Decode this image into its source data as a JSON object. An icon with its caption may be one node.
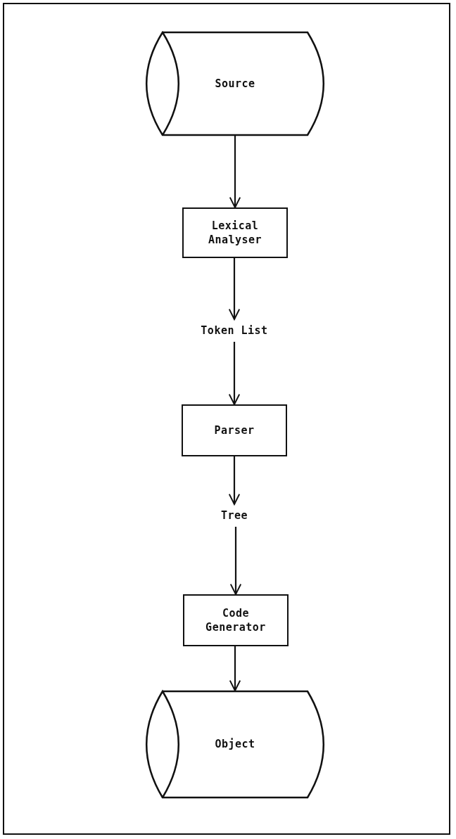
{
  "diagram": {
    "nodes": [
      {
        "text": [
          "Source"
        ]
      },
      {
        "text": [
          "Lexical Analyser"
        ]
      },
      {
        "text": [
          "Token List"
        ]
      },
      {
        "text": [
          "Parser"
        ]
      },
      {
        "text": [
          "Tree"
        ]
      },
      {
        "text": [
          "Code Generator"
        ]
      },
      {
        "text": [
          "Object"
        ]
      }
    ],
    "edges": [
      {
        "from": 0,
        "to": 1,
        "arrow": "to"
      },
      {
        "from": 1,
        "to": 2,
        "arrow": "to"
      },
      {
        "from": 2,
        "to": 3,
        "arrow": "to"
      },
      {
        "from": 3,
        "to": 4,
        "arrow": "to"
      },
      {
        "from": 4,
        "to": 5,
        "arrow": "to"
      },
      {
        "from": 5,
        "to": 6,
        "arrow": "to"
      }
    ]
  }
}
